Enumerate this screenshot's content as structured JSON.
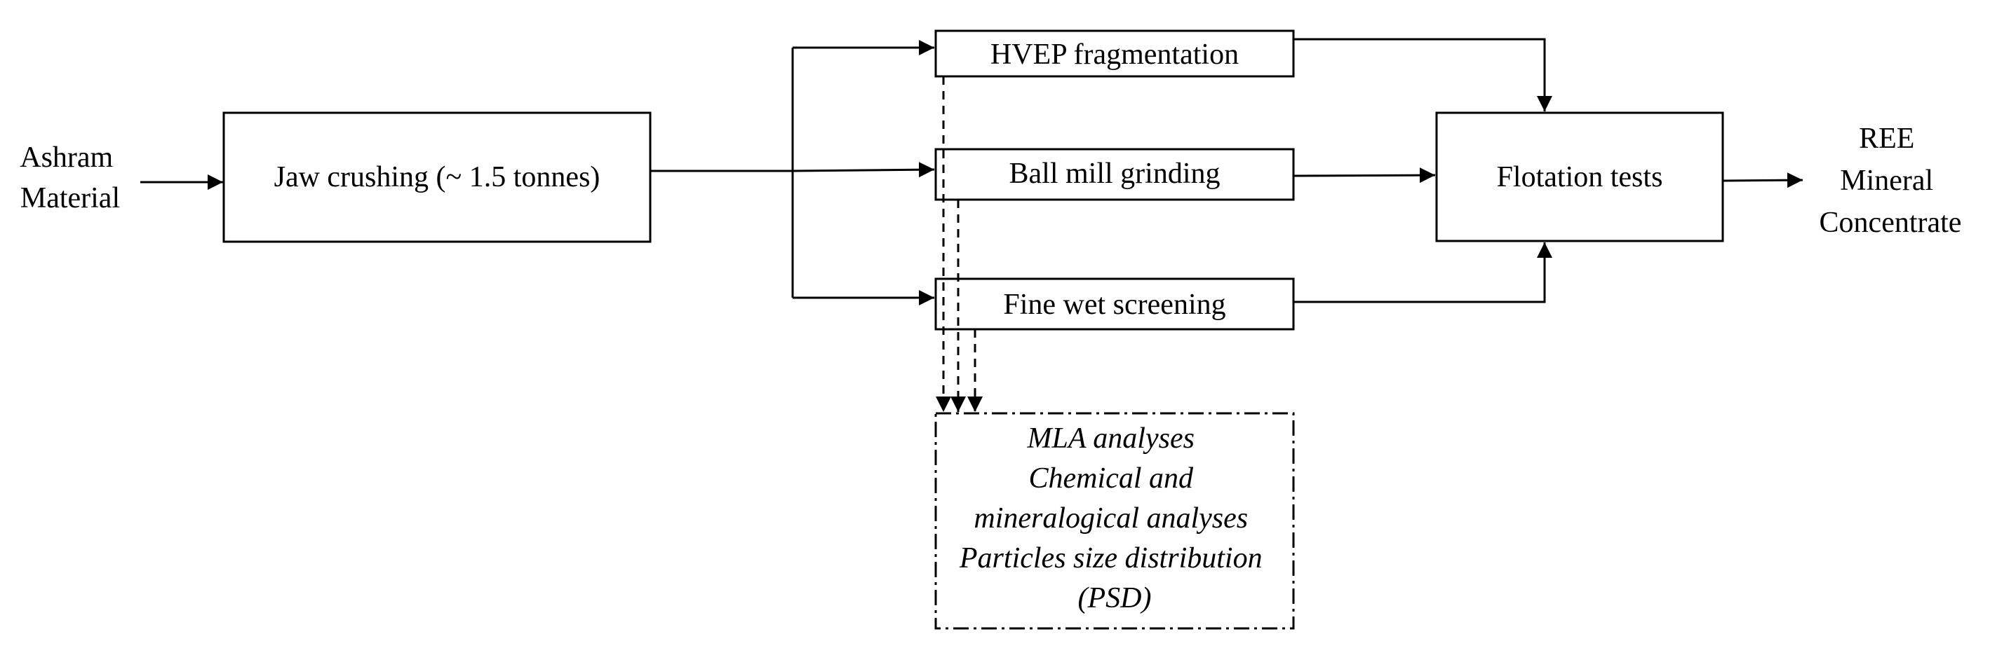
{
  "input": {
    "lines": [
      "Ashram",
      "Material"
    ]
  },
  "jaw_crushing": {
    "label": "Jaw crushing (~ 1.5 tonnes)"
  },
  "processes": {
    "hvep": "HVEP fragmentation",
    "ball_mill": "Ball mill grinding",
    "screening": "Fine wet screening"
  },
  "flotation": {
    "label": "Flotation tests"
  },
  "output": {
    "lines": [
      "REE",
      "Mineral",
      "Concentrate"
    ]
  },
  "analyses": {
    "lines": [
      "MLA analyses",
      "Chemical and",
      "mineralogical analyses",
      "Particles size distribution",
      "(PSD)"
    ]
  },
  "colors": {
    "stroke": "#000000",
    "background": "#ffffff"
  }
}
